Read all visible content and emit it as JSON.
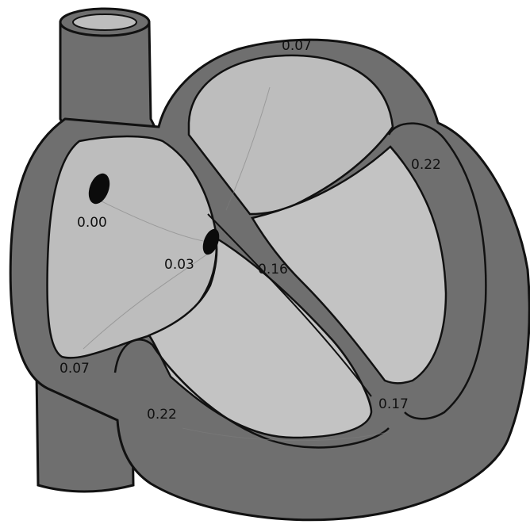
{
  "diagram": {
    "subject": "heart-cross-section",
    "colors": {
      "wall": "#6f6f6f",
      "chamber": "#bdbdbd",
      "outline": "#111111",
      "node": "#0b0b0b"
    },
    "labels": [
      {
        "id": "sa-node",
        "text": "0.00"
      },
      {
        "id": "av-node",
        "text": "0.03"
      },
      {
        "id": "septum",
        "text": "0.16"
      },
      {
        "id": "left-atrium-wall",
        "text": "0.07"
      },
      {
        "id": "right-atrium-wall",
        "text": "0.07"
      },
      {
        "id": "left-ventricle-wall",
        "text": "0.22"
      },
      {
        "id": "right-ventricle-wall",
        "text": "0.22"
      },
      {
        "id": "apex-region",
        "text": "0.17"
      }
    ]
  }
}
